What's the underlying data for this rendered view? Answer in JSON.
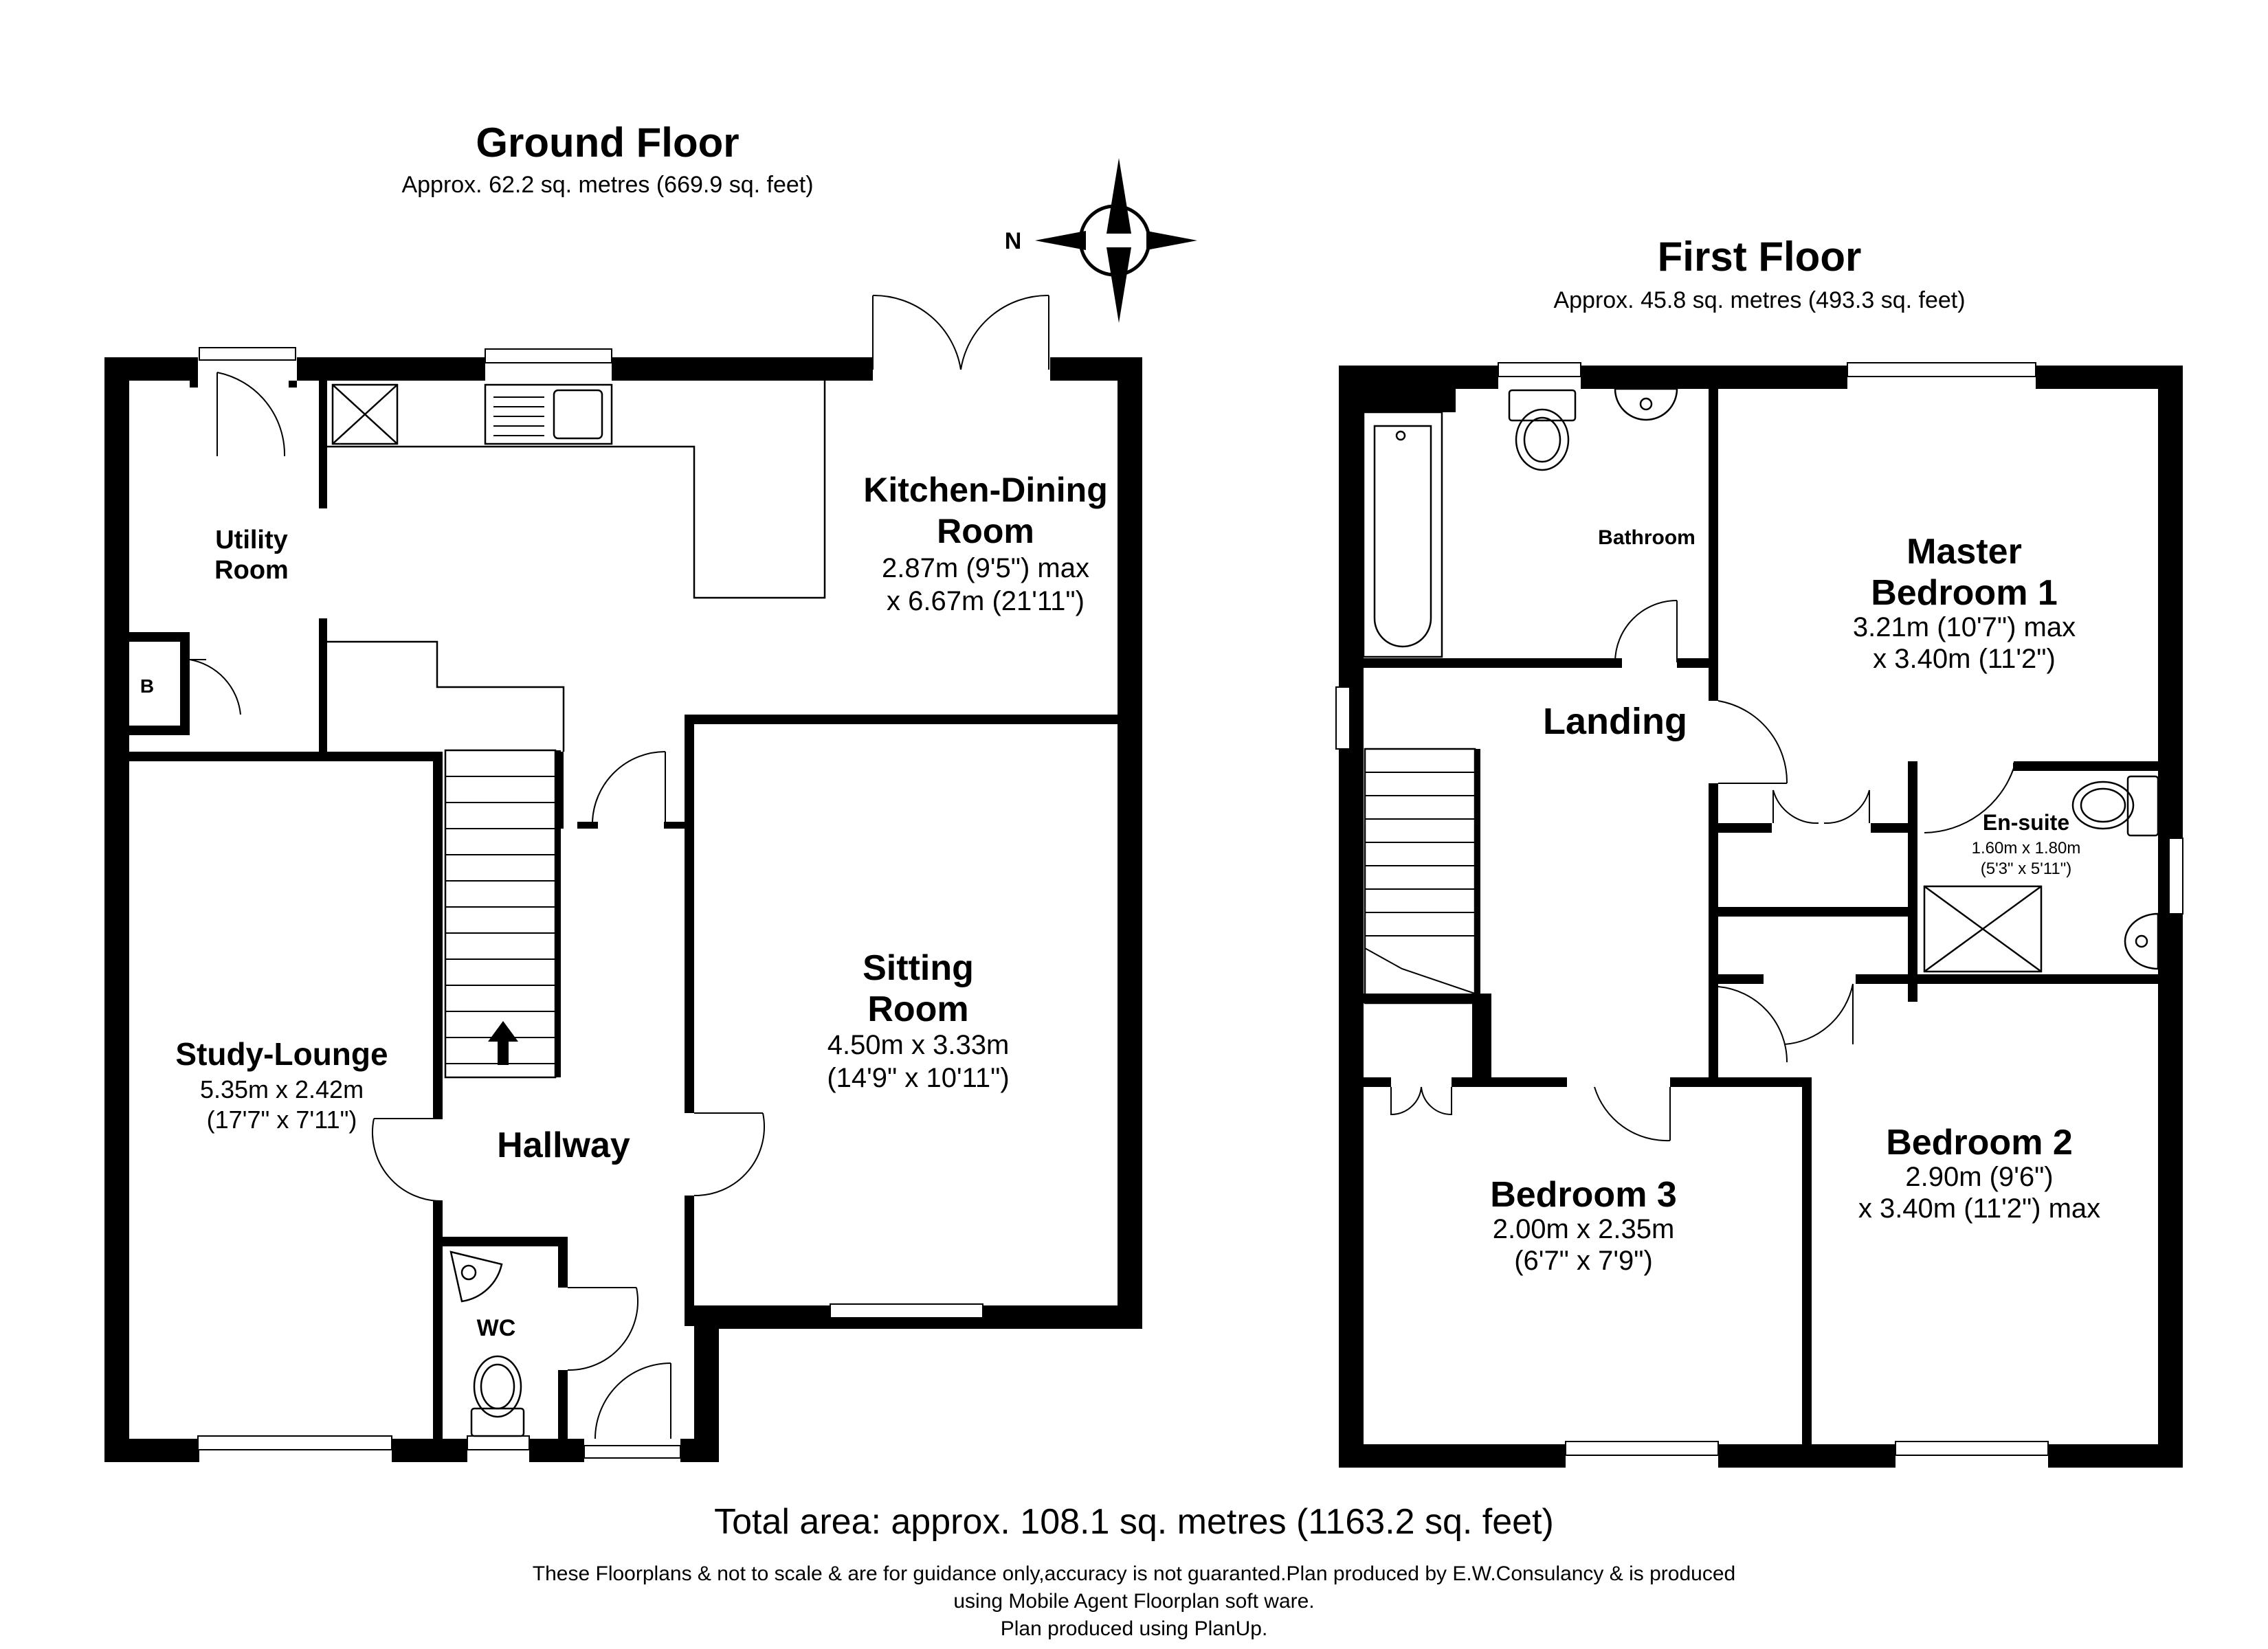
{
  "ground_floor": {
    "title": "Ground Floor",
    "area": "Approx. 62.2 sq. metres (669.9 sq. feet)",
    "rooms": {
      "kitchen": {
        "name1": "Kitchen-Dining",
        "name2": "Room",
        "dim1": "2.87m (9'5\") max",
        "dim2": "x 6.67m (21'11\")"
      },
      "utility": {
        "name1": "Utility",
        "name2": "Room"
      },
      "boiler": {
        "name": "B"
      },
      "sitting": {
        "name1": "Sitting",
        "name2": "Room",
        "dim1": "4.50m x 3.33m",
        "dim2": "(14'9\" x 10'11\")"
      },
      "study": {
        "name": "Study-Lounge",
        "dim1": "5.35m x 2.42m",
        "dim2": "(17'7\" x 7'11\")"
      },
      "hallway": {
        "name": "Hallway"
      },
      "wc": {
        "name": "WC"
      }
    }
  },
  "first_floor": {
    "title": "First Floor",
    "area": "Approx. 45.8 sq. metres (493.3 sq. feet)",
    "rooms": {
      "bathroom": {
        "name": "Bathroom"
      },
      "master": {
        "name1": "Master",
        "name2": "Bedroom 1",
        "dim1": "3.21m (10'7\") max",
        "dim2": "x 3.40m (11'2\")"
      },
      "landing": {
        "name": "Landing"
      },
      "ensuite": {
        "name": "En-suite",
        "dim1": "1.60m x 1.80m",
        "dim2": "(5'3\" x 5'11\")"
      },
      "bedroom3": {
        "name": "Bedroom 3",
        "dim1": "2.00m x 2.35m",
        "dim2": "(6'7\" x 7'9\")"
      },
      "bedroom2": {
        "name": "Bedroom 2",
        "dim1": "2.90m (9'6\")",
        "dim2": "x 3.40m (11'2\") max"
      }
    }
  },
  "compass": {
    "label": "N"
  },
  "footer": {
    "total": "Total area: approx. 108.1 sq. metres (1163.2 sq. feet)",
    "note1": "These Floorplans & not to scale & are for guidance only,accuracy is not guaranted.Plan produced by E.W.Consulancy & is produced",
    "note2": "using Mobile Agent Floorplan soft ware.",
    "note3": "Plan produced using PlanUp."
  }
}
